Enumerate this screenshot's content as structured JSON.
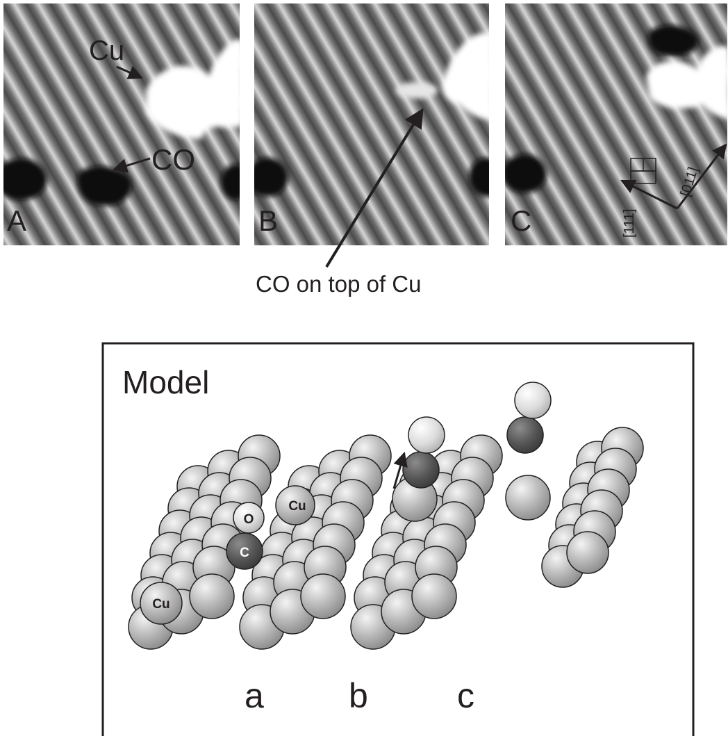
{
  "panels": [
    {
      "id": "A",
      "label": "A",
      "cu_label": "Cu",
      "co_label": "CO"
    },
    {
      "id": "B",
      "label": "B"
    },
    {
      "id": "C",
      "label": "C",
      "dir_111": "[111]",
      "dir_011": "[011]"
    }
  ],
  "caption": "CO on top of Cu",
  "model": {
    "title": "Model",
    "atom_labels": {
      "cu": "Cu",
      "o": "O",
      "c": "C"
    },
    "columns": [
      "a",
      "b",
      "c"
    ]
  },
  "colors": {
    "cu": "#b3b3b3",
    "carbon": "#5a5a5a",
    "oxygen": "#e0e0e0",
    "stroke": "#231f20"
  }
}
